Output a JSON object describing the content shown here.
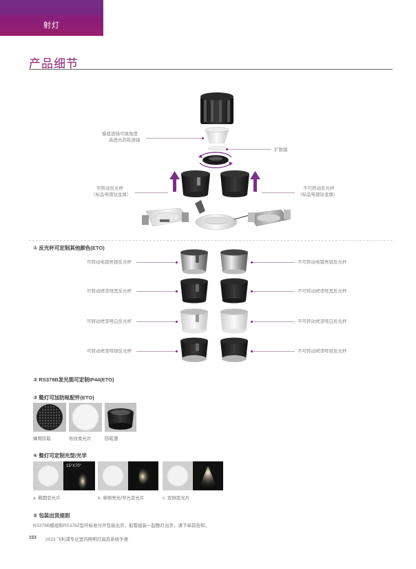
{
  "tab": {
    "label": "射灯"
  },
  "page_title": "产品细节",
  "exploded": {
    "label_lens_line1": "模组透镜可换角度",
    "label_lens_line2": "高透光防眩透镜",
    "label_diffuser": "扩散膜",
    "label_rot_line1": "可转动反光杯",
    "label_rot_line2": "（标品电镀钛金属）",
    "label_fix_line1": "不可转动反光杯",
    "label_fix_line2": "（标品电镀钛金属）"
  },
  "section1": {
    "title": "① 反光杯可定制其他颜色(ETO)",
    "rows": [
      {
        "left": "可转动电镀亮银反光杯",
        "right": "不可转动电镀亮银反光杯"
      },
      {
        "left": "可转动烤漆哑黑反光杯",
        "right": "不可转动烤漆哑黑反光杯"
      },
      {
        "left": "可转动烤漆哑白反光杯",
        "right": "不可转动烤漆哑白反光杯"
      },
      {
        "left": "可转动烤漆哑银反光杯",
        "right": "不可转动烤漆哑银反光杯"
      }
    ]
  },
  "section2": {
    "title": "② RS378B发光面可定制IP44(ETO)"
  },
  "section3": {
    "title": "③ 整灯可加防眩配件(ETO)",
    "items": [
      "蜂窝防眩",
      "布纹柔光片",
      "防眩罩"
    ]
  },
  "section4": {
    "title": "④ 整灯可定制光型/光学",
    "angle_label": "15°X70°",
    "items": [
      "a. 椭圆变光片",
      "b. 单侧亮光/窄光变光片",
      "c. 双侧变光片"
    ]
  },
  "section5": {
    "title": "⑤ 包装出货规则",
    "text": "RS378B模组和RS378Z型环标准分开包装出货，如需组装一起整灯出货，请下单前告知。"
  },
  "footer": {
    "page_number": "153",
    "text": "2023 飞利浦专业室内照明灯具及系统手册"
  },
  "colors": {
    "accent": "#8a1f74",
    "tab": "#7a2e86"
  }
}
